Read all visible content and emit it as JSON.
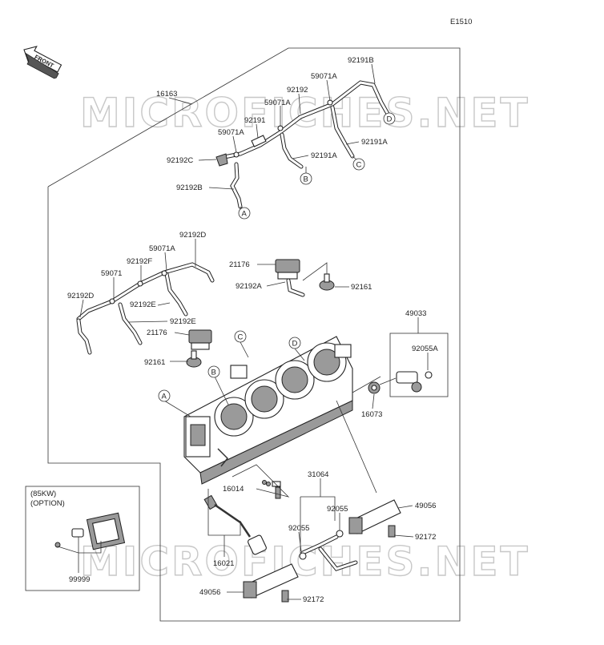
{
  "diagram_code": "E1510",
  "front_label": "FRONT",
  "watermark": "MICROFICHES.NET",
  "option_box": {
    "line1": "(85KW)",
    "line2": "(OPTION)"
  },
  "callouts": {
    "A": "A",
    "B": "B",
    "C": "C",
    "D": "D"
  },
  "labels": {
    "p16163": "16163",
    "p92191B": "92191B",
    "p59071A_1": "59071A",
    "p92192_top": "92192",
    "p59071A_2": "59071A",
    "p92191": "92191",
    "p59071A_3": "59071A",
    "p92192C": "92192C",
    "p92192B": "92192B",
    "p92191A_1": "92191A",
    "p92191A_2": "92191A",
    "p92192D_1": "92192D",
    "p59071A_4": "59071A",
    "p92192F": "92192F",
    "p59071": "59071",
    "p92192D_2": "92192D",
    "p92192E_1": "92192E",
    "p92192E_2": "92192E",
    "p21176_1": "21176",
    "p92192A": "92192A",
    "p92161_1": "92161",
    "p21176_2": "21176",
    "p92161_2": "92161",
    "p49033": "49033",
    "p92055A": "92055A",
    "p16073": "16073",
    "p16014": "16014",
    "p31064": "31064",
    "p92055_1": "92055",
    "p92055_2": "92055",
    "p49056_1": "49056",
    "p92172_1": "92172",
    "p16021": "16021",
    "p49056_2": "49056",
    "p92172_2": "92172",
    "p99999": "99999"
  }
}
